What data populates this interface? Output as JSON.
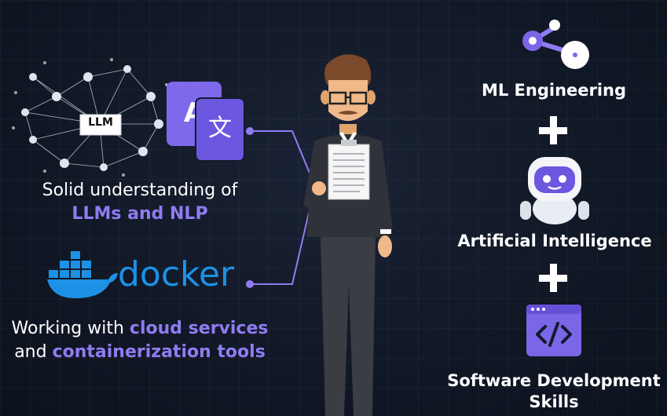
{
  "llm_badge": "LLM",
  "translate_glyphs": {
    "latin": "A",
    "kanji": "文"
  },
  "left_top_caption": {
    "line1": "Solid understanding of",
    "line2": "LLMs and NLP"
  },
  "docker_wordmark": "docker",
  "left_bottom_caption": {
    "line1_prefix": "Working with ",
    "line1_highlight": "cloud services",
    "line2_prefix": "and ",
    "line2_highlight": "containerization tools"
  },
  "right_items": [
    {
      "label": "ML Engineering",
      "icon": "ml-nodes-icon"
    },
    {
      "label": "Artificial Intelligence",
      "icon": "robot-icon"
    },
    {
      "label_line1": "Software Development",
      "label_line2": "Skills",
      "icon": "code-window-icon"
    }
  ],
  "colors": {
    "accent": "#8f7cf2",
    "icon_purple": "#7b66e8",
    "docker_blue": "#1d91e6",
    "background": "#121a28"
  }
}
